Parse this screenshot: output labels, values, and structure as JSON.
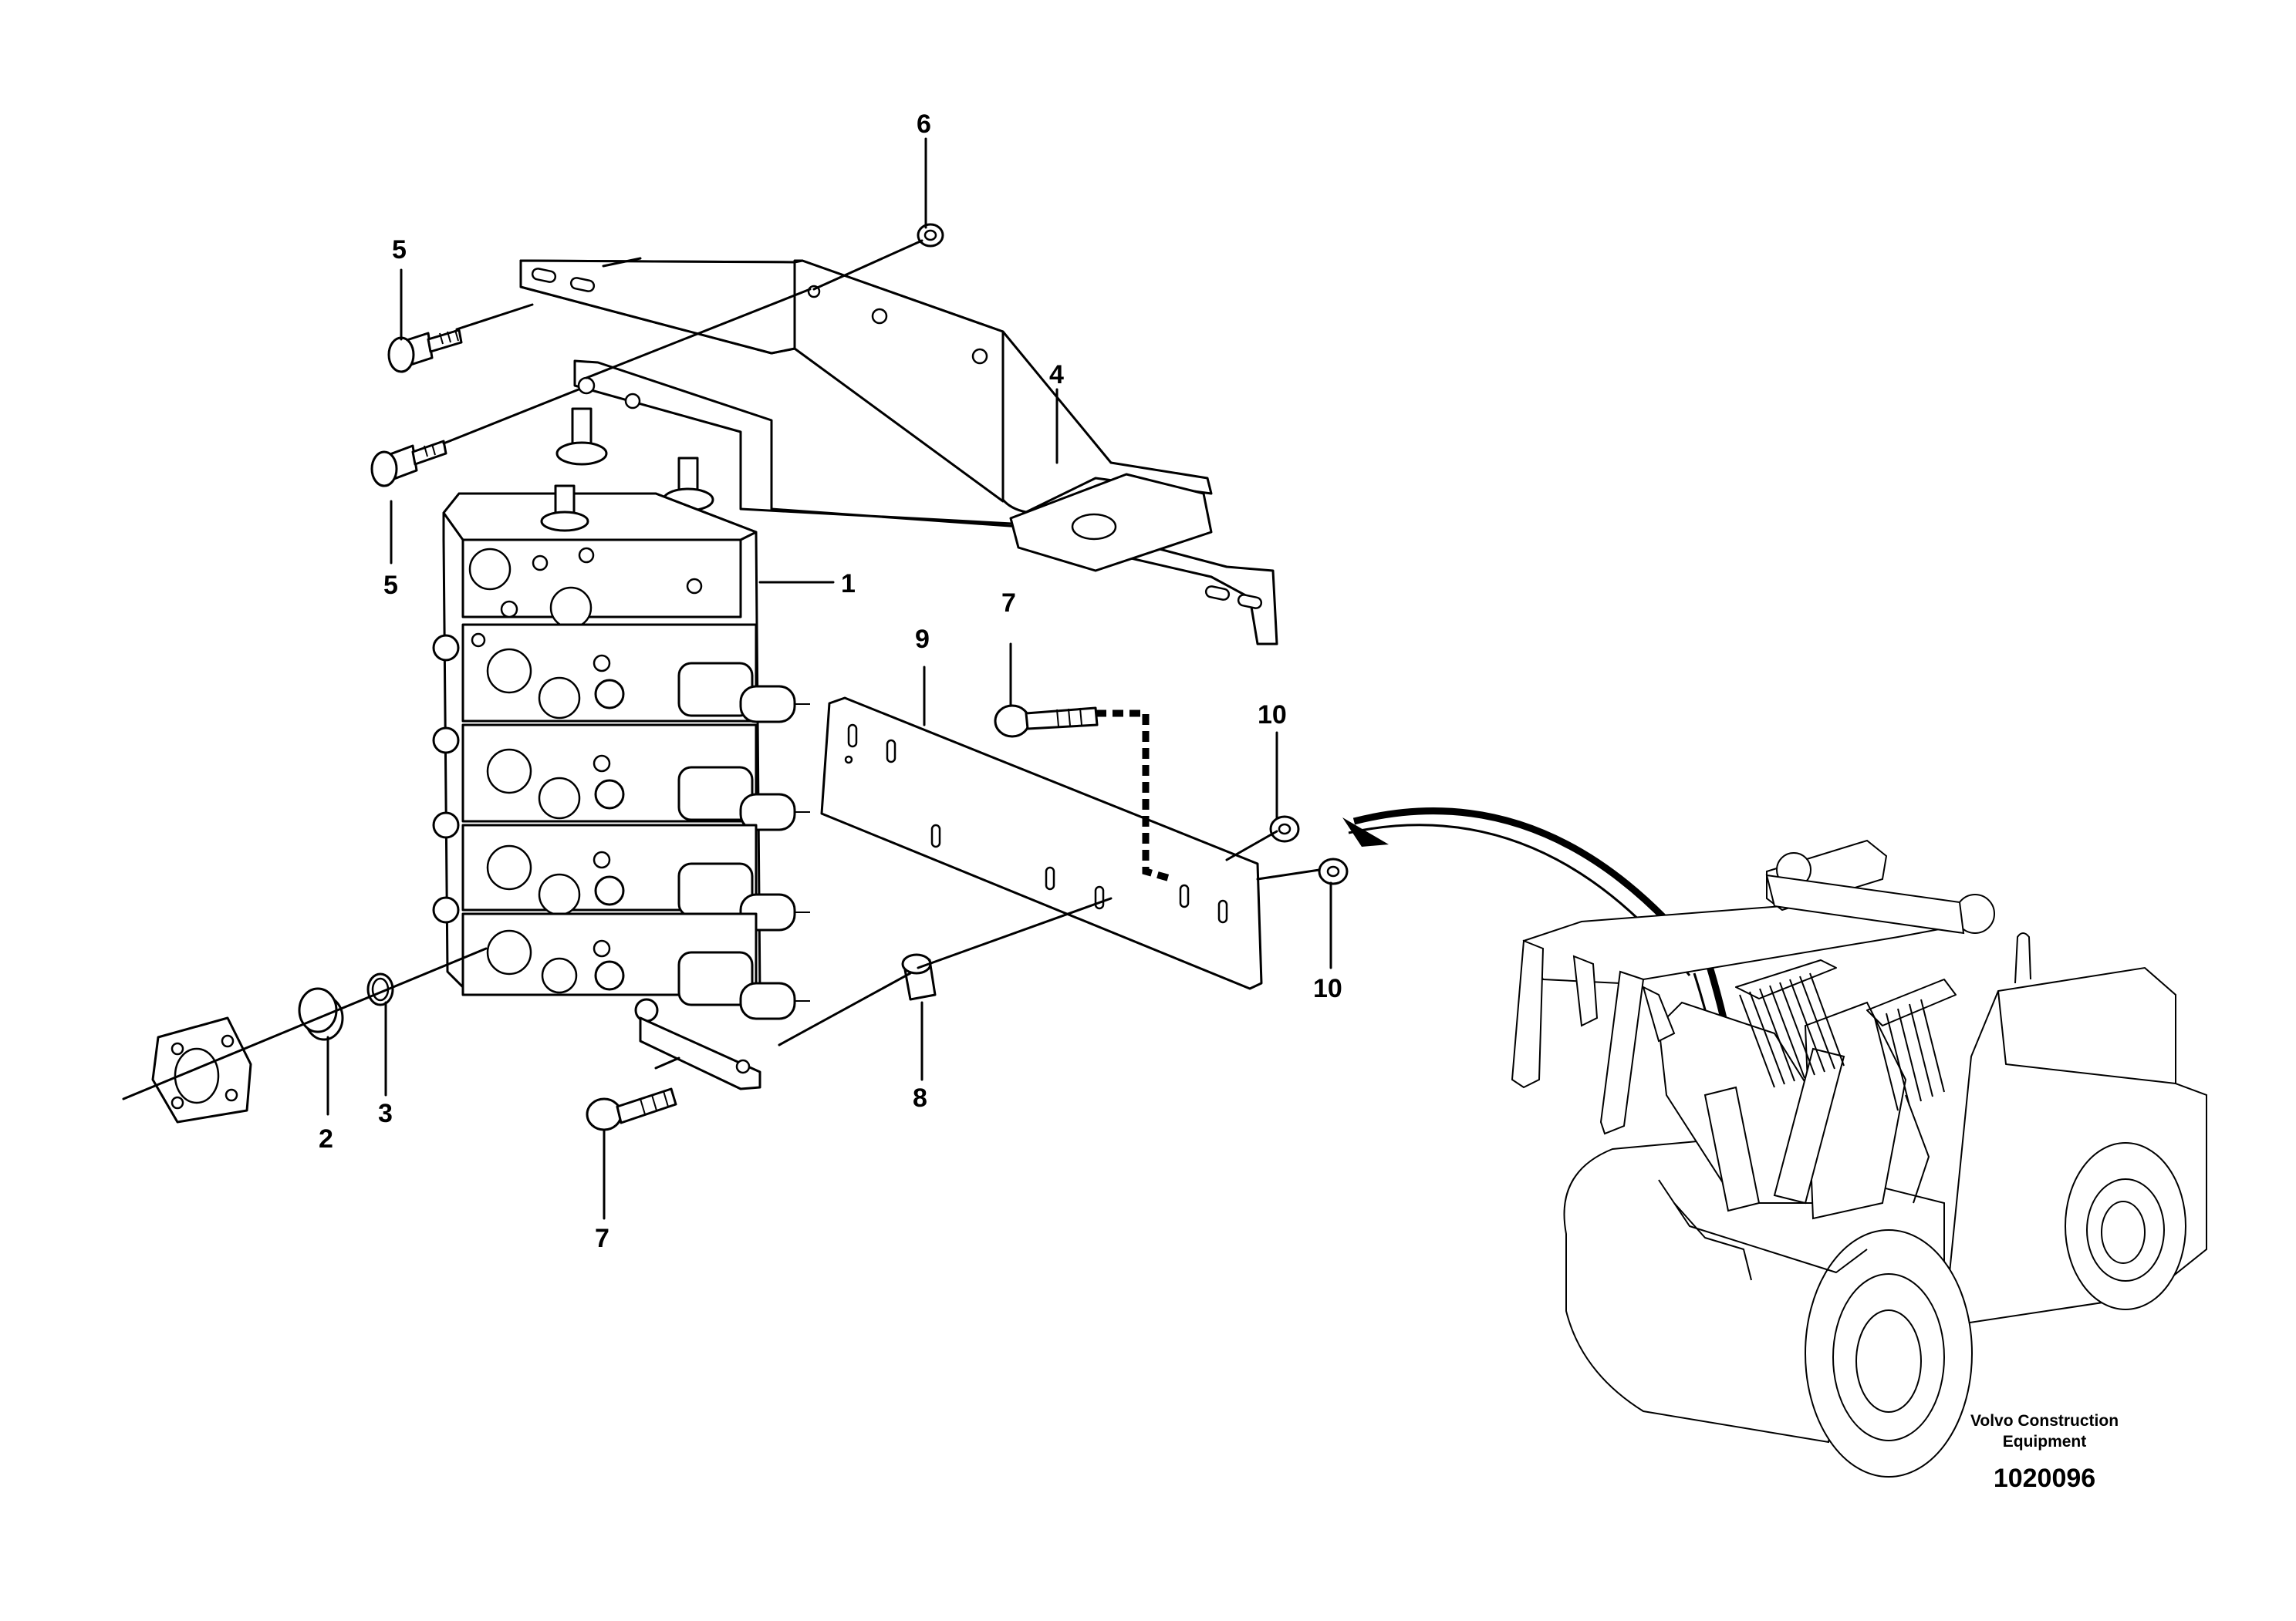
{
  "diagram": {
    "callouts": [
      {
        "id": "c1",
        "text": "1"
      },
      {
        "id": "c2",
        "text": "2"
      },
      {
        "id": "c3",
        "text": "3"
      },
      {
        "id": "c4",
        "text": "4"
      },
      {
        "id": "c5a",
        "text": "5"
      },
      {
        "id": "c5b",
        "text": "5"
      },
      {
        "id": "c6",
        "text": "6"
      },
      {
        "id": "c7a",
        "text": "7"
      },
      {
        "id": "c7b",
        "text": "7"
      },
      {
        "id": "c8",
        "text": "8"
      },
      {
        "id": "c9",
        "text": "9"
      },
      {
        "id": "c10a",
        "text": "10"
      },
      {
        "id": "c10b",
        "text": "10"
      }
    ]
  },
  "footer": {
    "brand_line1": "Volvo Construction",
    "brand_line2": "Equipment",
    "doc_number": "1020096"
  }
}
